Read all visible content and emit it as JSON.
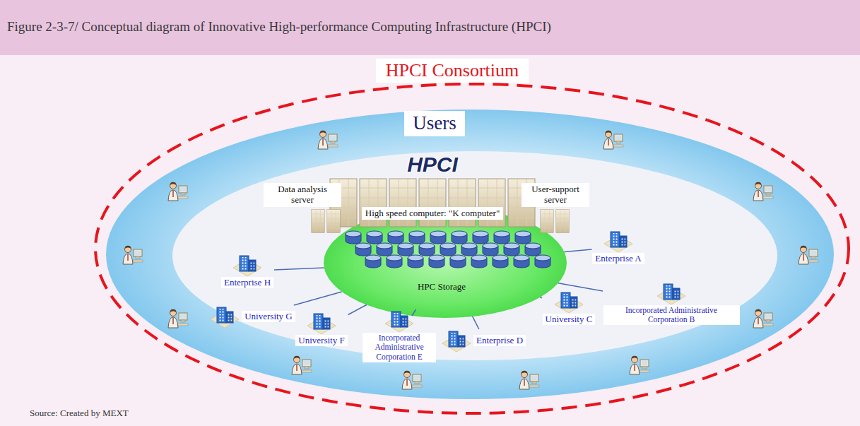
{
  "diagram": {
    "title": "Figure 2-3-7/ Conceptual diagram of Innovative High-performance Computing Infrastructure (HPCI)",
    "caption": "Source: Created by MEXT",
    "nodes": [
      {
        "text": [
          "HPCI Consortium"
        ]
      },
      {
        "text": [
          "Users"
        ],
        "in": 0
      },
      {
        "text": [
          "HPCI"
        ],
        "in": 1
      },
      {
        "text": [
          "Data analysis server"
        ],
        "in": 2
      },
      {
        "text": [
          "High speed computer: \"K computer\""
        ],
        "in": 2
      },
      {
        "text": [
          "User-support server"
        ],
        "in": 2
      },
      {
        "text": [
          "HPC Storage"
        ],
        "in": 2
      },
      {
        "text": [
          "Enterprise A"
        ],
        "in": 2
      },
      {
        "text": [
          "Incorporated Administrative Corporation B"
        ],
        "in": 2
      },
      {
        "text": [
          "University C"
        ],
        "in": 2
      },
      {
        "text": [
          "Enterprise D"
        ],
        "in": 2
      },
      {
        "text": [
          "Incorporated Administrative Corporation E"
        ],
        "in": 2
      },
      {
        "text": [
          "University F"
        ],
        "in": 2
      },
      {
        "text": [
          "University G"
        ],
        "in": 2
      },
      {
        "text": [
          "Enterprise H"
        ],
        "in": 2
      }
    ],
    "edges": [
      {
        "from": 6,
        "to": 7,
        "arrow": "none"
      },
      {
        "from": 6,
        "to": 8,
        "arrow": "none"
      },
      {
        "from": 6,
        "to": 9,
        "arrow": "none"
      },
      {
        "from": 6,
        "to": 10,
        "arrow": "none"
      },
      {
        "from": 6,
        "to": 11,
        "arrow": "none"
      },
      {
        "from": 6,
        "to": 12,
        "arrow": "none"
      },
      {
        "from": 6,
        "to": 13,
        "arrow": "none"
      },
      {
        "from": 6,
        "to": 14,
        "arrow": "none"
      }
    ]
  }
}
